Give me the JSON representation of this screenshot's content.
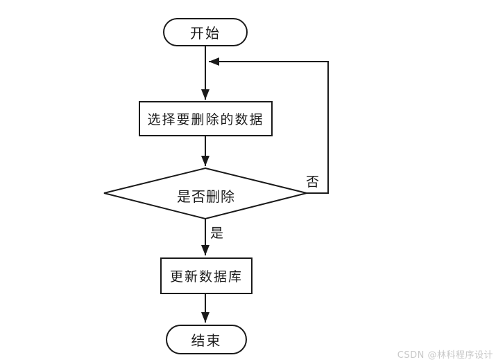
{
  "diagram": {
    "type": "flowchart",
    "nodes": {
      "start": {
        "label": "开始",
        "shape": "terminator"
      },
      "select_data": {
        "label": "选择要删除的数据",
        "shape": "process"
      },
      "confirm_delete": {
        "label": "是否删除",
        "shape": "decision"
      },
      "update_db": {
        "label": "更新数据库",
        "shape": "process"
      },
      "end": {
        "label": "结束",
        "shape": "terminator"
      }
    },
    "edge_labels": {
      "yes": "是",
      "no": "否"
    },
    "flow": [
      "start -> select_data",
      "select_data -> confirm_delete",
      "confirm_delete -是-> update_db",
      "confirm_delete -否-> select_data (loop back)",
      "update_db -> end"
    ],
    "colors": {
      "line": "#1a1a1a",
      "node_fill": "#ffffff",
      "background": "#ffffff",
      "watermark": "#c8c8c8"
    }
  },
  "watermark": {
    "text": "CSDN @林科程序设计"
  }
}
